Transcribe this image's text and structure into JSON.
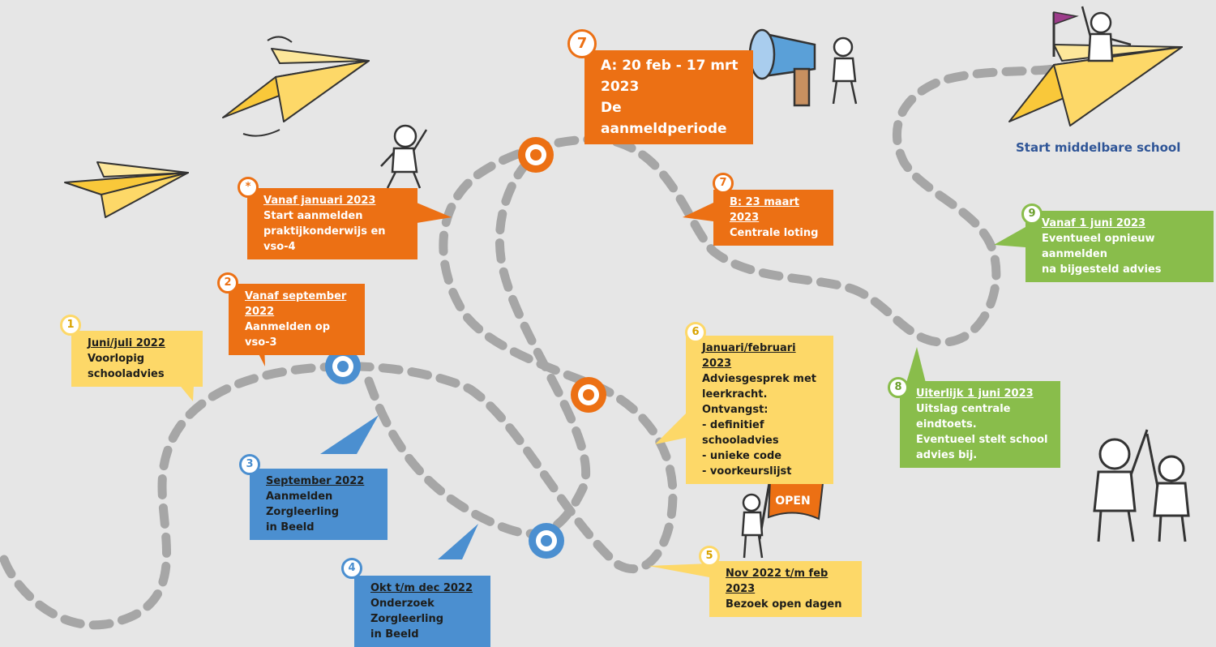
{
  "final_label": "Start middelbare school",
  "flag_text": "OPEN",
  "steps": [
    {
      "id": "1",
      "color": "yellow",
      "date": "Juni/juli 2022",
      "lines": [
        "Voorlopig schooladvies"
      ]
    },
    {
      "id": "2",
      "color": "orange",
      "date": "Vanaf september 2022",
      "lines": [
        "Aanmelden op vso-3"
      ]
    },
    {
      "id": "*",
      "color": "orange",
      "date": "Vanaf januari 2023",
      "lines": [
        "Start aanmelden",
        "praktijkonderwijs en vso-4"
      ]
    },
    {
      "id": "3",
      "color": "blue",
      "date": "September 2022",
      "lines": [
        "Aanmelden Zorgleerling",
        "in Beeld"
      ]
    },
    {
      "id": "4",
      "color": "blue",
      "date": "Okt t/m dec 2022",
      "lines": [
        "Onderzoek Zorgleerling",
        "in Beeld"
      ]
    },
    {
      "id": "7",
      "color": "orange",
      "date": "A: 20 feb - 17 mrt 2023",
      "lines": [
        "De aanmeldperiode"
      ]
    },
    {
      "id": "7",
      "color": "orange",
      "date": "B: 23 maart 2023",
      "lines": [
        "Centrale loting"
      ]
    },
    {
      "id": "6",
      "color": "yellow",
      "date": "Januari/februari 2023",
      "lines": [
        "Adviesgesprek met",
        "leerkracht. Ontvangst:",
        "- definitief schooladvies",
        "- unieke code",
        "- voorkeurslijst"
      ]
    },
    {
      "id": "5",
      "color": "yellow",
      "date": "Nov 2022 t/m feb 2023",
      "lines": [
        "Bezoek open dagen"
      ]
    },
    {
      "id": "8",
      "color": "green",
      "date": "Uiterlijk 1 juni 2023",
      "lines": [
        "Uitslag centrale eindtoets.",
        "Eventueel stelt school",
        "advies bij."
      ]
    },
    {
      "id": "9",
      "color": "green",
      "date": "Vanaf 1 juni 2023",
      "lines": [
        "Eventueel opnieuw aanmelden",
        "na bijgesteld advies"
      ]
    }
  ],
  "colors": {
    "yellow": "#fdd868",
    "orange": "#ec7014",
    "blue": "#4b8fd0",
    "green": "#89bd4b",
    "path": "#a6a6a6",
    "background": "#e6e6e6",
    "final_label": "#2f5597"
  }
}
